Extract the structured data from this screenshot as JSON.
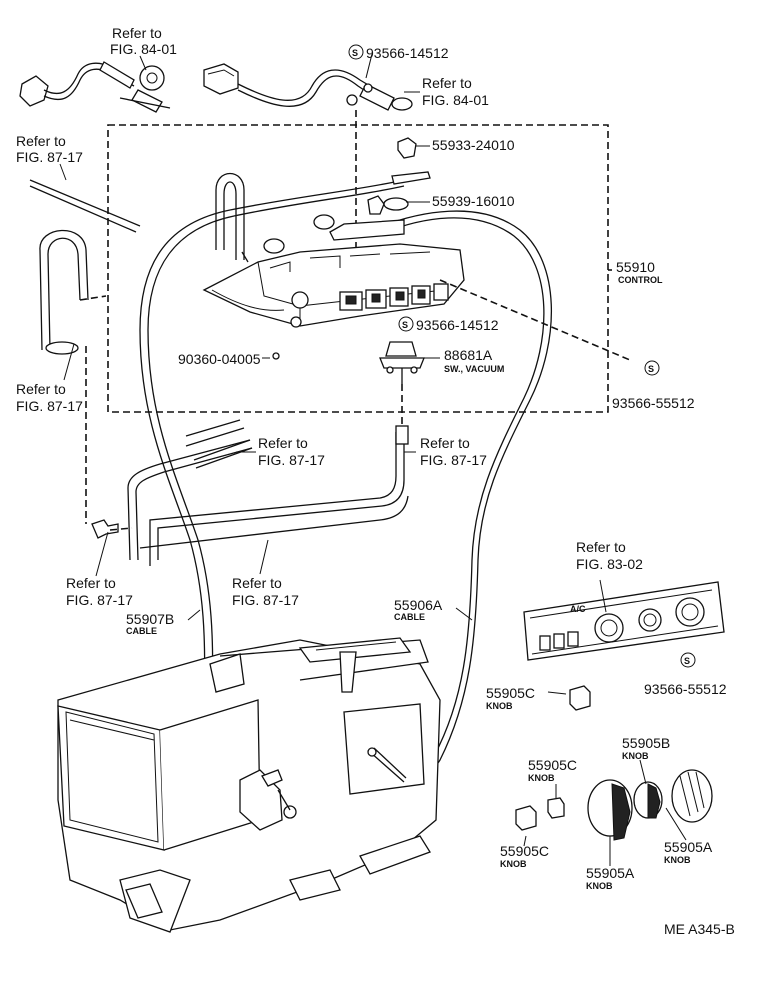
{
  "labels": {
    "ref_84_01_a": [
      "Refer to",
      "FIG. 84-01"
    ],
    "ref_84_01_b": [
      "Refer to",
      "FIG. 84-01"
    ],
    "ref_87_17_top": [
      "Refer to",
      "FIG. 87-17"
    ],
    "ref_87_17_left": [
      "Refer to",
      "FIG. 87-17"
    ],
    "ref_87_17_mid1": [
      "Refer to",
      "FIG. 87-17"
    ],
    "ref_87_17_mid2": [
      "Refer to",
      "FIG. 87-17"
    ],
    "ref_87_17_low1": [
      "Refer to",
      "FIG. 87-17"
    ],
    "ref_87_17_low2": [
      "Refer to",
      "FIG. 87-17"
    ],
    "ref_83_02": [
      "Refer to",
      "FIG. 83-02"
    ],
    "s_symbol": "S",
    "p_93566_14512_top": "93566-14512",
    "p_55933_24010": "55933-24010",
    "p_55939_16010": "55939-16010",
    "p_55910": "55910",
    "p_55910_desc": "CONTROL",
    "p_93566_14512_mid": "93566-14512",
    "p_90360_04005": "90360-04005",
    "p_88681A": "88681A",
    "p_88681A_desc": "SW., VACUUM",
    "p_93566_55512_right": "93566-55512",
    "p_55907B": "55907B",
    "p_55907B_desc": "CABLE",
    "p_55906A": "55906A",
    "p_55906A_desc": "CABLE",
    "p_93566_55512_panel": "93566-55512",
    "p_55905C_a": "55905C",
    "p_55905C_b": "55905C",
    "p_55905C_c": "55905C",
    "p_55905B": "55905B",
    "p_55905A_a": "55905A",
    "p_55905A_b": "55905A",
    "knob_desc": "KNOB",
    "panel_ac": "A/C",
    "code": "ME A345-B"
  }
}
